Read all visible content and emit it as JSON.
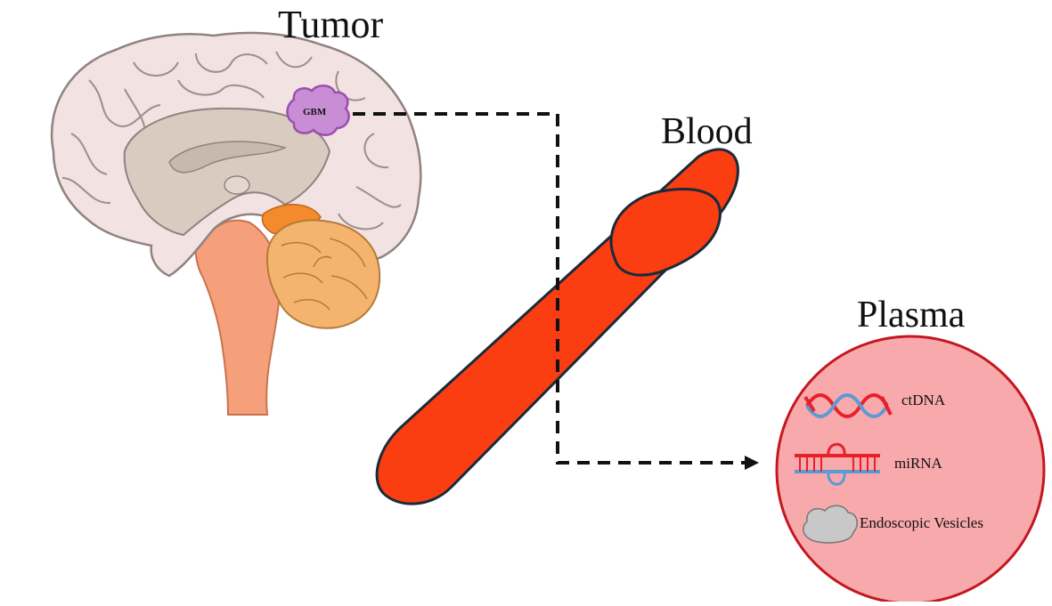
{
  "labels": {
    "tumor": "Tumor",
    "blood": "Blood",
    "plasma": "Plasma",
    "gbm": "GBM"
  },
  "plasma_contents": {
    "ctdna": "ctDNA",
    "mirna": "miRNA",
    "vesicles": "Endoscopic Vesicles"
  },
  "colors": {
    "brain_cortex": "#f2e2e2",
    "brain_outline": "#8f8380",
    "brain_inner": "#d9cbc0",
    "brainstem": "#f5a07a",
    "cerebellum": "#f4b46e",
    "orange_region": "#f58a2c",
    "tumor_fill": "#c98dd6",
    "tumor_outline": "#9a4fab",
    "blood_vessel": "#fb3d12",
    "vessel_outline": "#1b2a3a",
    "plasma_fill": "#f7a9ac",
    "plasma_outline": "#c4171f",
    "dna_red": "#e8202a",
    "dna_blue": "#5b9bd5",
    "vesicle_grey": "#c8c8c8",
    "arrow": "#111111"
  }
}
